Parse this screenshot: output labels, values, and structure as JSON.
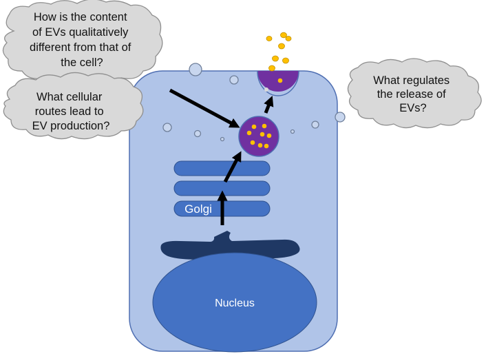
{
  "diagram": {
    "questions": {
      "content": [
        "How is the content",
        "of EVs qualitatively",
        "different from that of",
        "the cell?"
      ],
      "routes": [
        "What cellular",
        "routes lead to",
        "EV production?"
      ],
      "release": [
        "What regulates",
        "the release of",
        "EVs?"
      ]
    },
    "labels": {
      "golgi": "Golgi",
      "nucleus": "Nucleus"
    },
    "colors": {
      "cell_fill": "#b0c4e8",
      "cell_stroke": "#4f6fb2",
      "organelle": "#4472c4",
      "er": "#1f3864",
      "vesicle": "#7030a0",
      "cargo": "#ffc000",
      "cloud_fill": "#d9d9d9",
      "arrow": "#000000"
    }
  }
}
